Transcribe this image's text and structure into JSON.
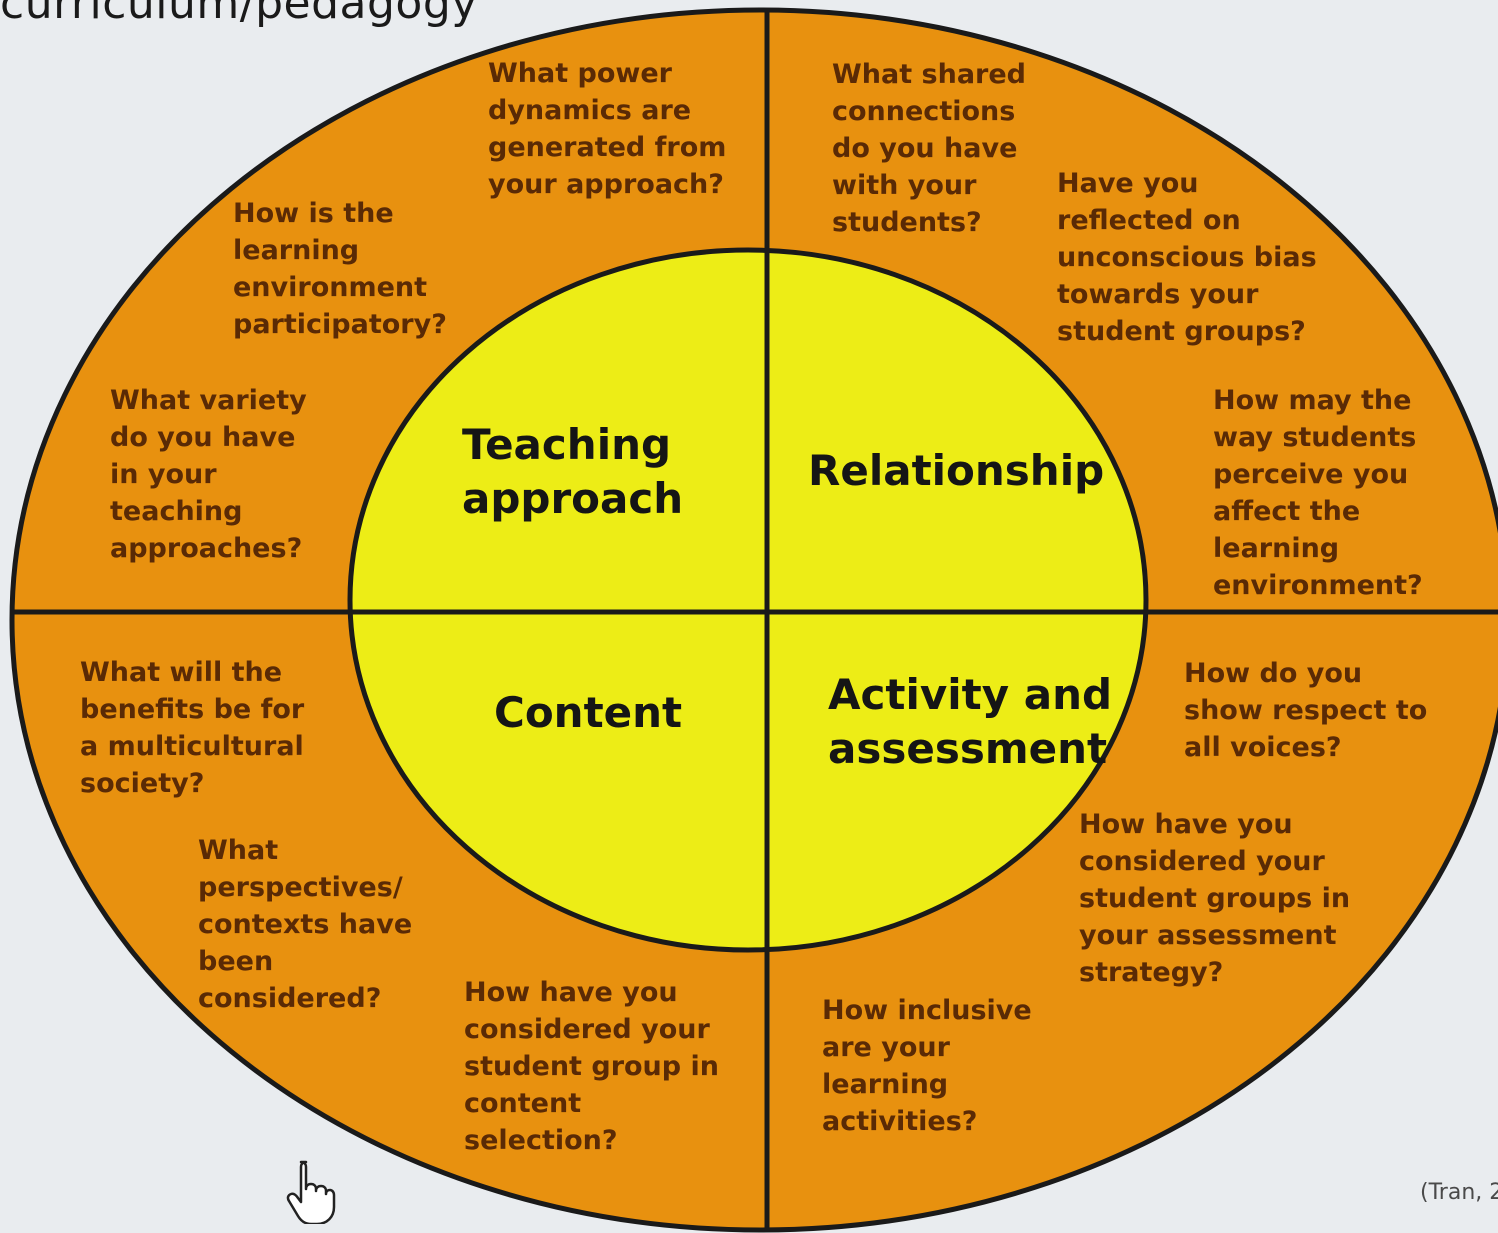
{
  "title": "curriculum/pedagogy",
  "colors": {
    "outer_ring": "#e8910f",
    "inner_circle": "#eded16",
    "lines": "#1a1a1a",
    "question_text": "#5a2a05",
    "background": "#e9ecef"
  },
  "core": {
    "teaching": "Teaching\napproach",
    "relationship": "Relationship",
    "content": "Content",
    "activity": "Activity and\nassessment"
  },
  "questions": {
    "power": "What power\ndynamics are\ngenerated from\nyour approach?",
    "participatory": "How is the\nlearning\nenvironment\nparticipatory?",
    "variety": "What variety\ndo you have\nin your\nteaching\napproaches?",
    "shared": "What shared\nconnections\ndo you have\nwith your\nstudents?",
    "bias": "Have you\nreflected on\nunconscious bias\ntowards your\nstudent groups?",
    "perceive": "How may the\nway students\nperceive you\naffect the\nlearning\nenvironment?",
    "benefits": "What will the\nbenefits be for\na multicultural\nsociety?",
    "perspectives": "What\nperspectives/\ncontexts have\nbeen\nconsidered?",
    "content_sel": "How have you\nconsidered your\nstudent group in\ncontent\nselection?",
    "respect": "How do you\nshow respect to\nall voices?",
    "assessment": "How have you\nconsidered your\nstudent groups in\nyour assessment\nstrategy?",
    "inclusive": "How inclusive\nare your\nlearning\nactivities?"
  },
  "citation": "(Tran, 2",
  "icons": {
    "cursor": "hand-pointer-icon"
  }
}
